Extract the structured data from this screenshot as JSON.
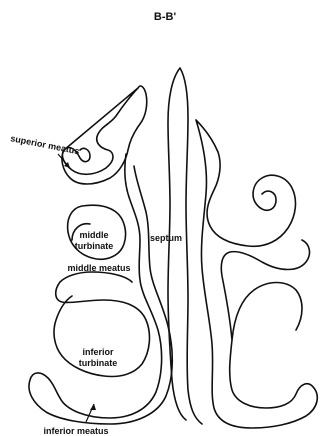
{
  "figure": {
    "title": "B-B'",
    "labels": {
      "superior_meatus": "superior meatus",
      "middle_turbinate_line1": "middle",
      "middle_turbinate_line2": "turbinate",
      "septum": "septum",
      "middle_meatus": "middle meatus",
      "inferior_turbinate_line1": "inferior",
      "inferior_turbinate_line2": "turbinate",
      "inferior_meatus": "inferior meatus"
    }
  },
  "colors": {
    "stroke": "#111111",
    "background": "#ffffff"
  }
}
